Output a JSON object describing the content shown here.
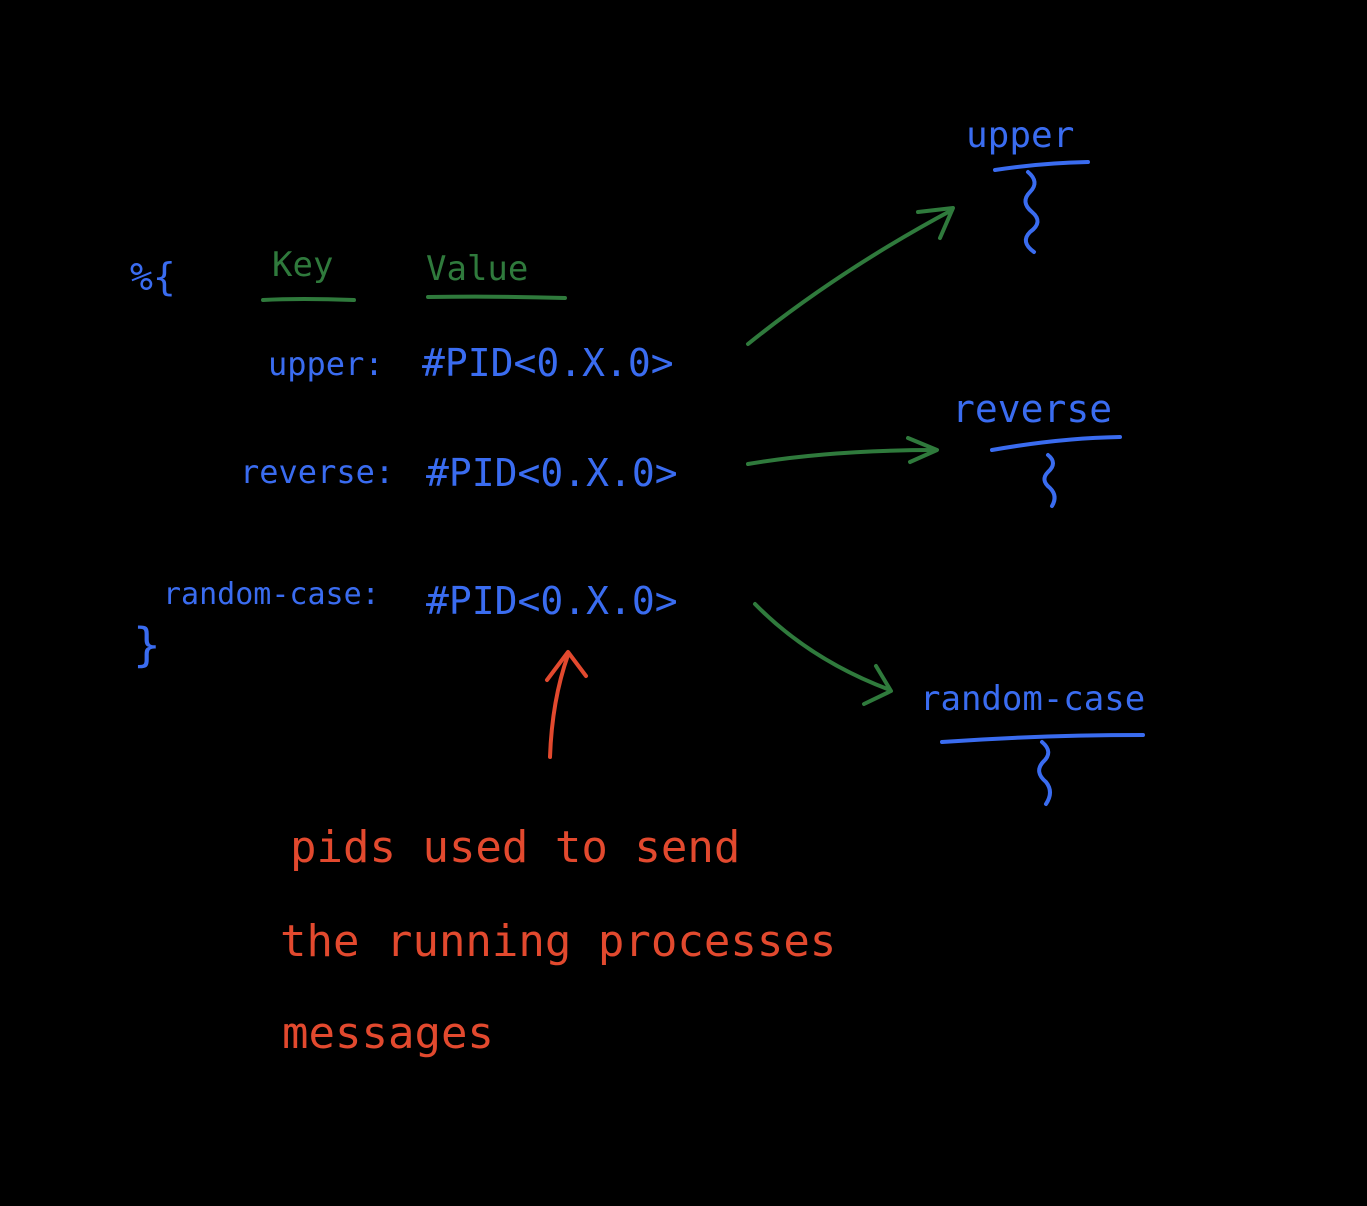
{
  "colors": {
    "background": "#000000",
    "map_text": "#3a6cf0",
    "header_text": "#2f7a3c",
    "arrows": "#2f7a3c",
    "annotation": "#e2492e"
  },
  "map": {
    "open": "%{",
    "close": "}",
    "header_key": "Key",
    "header_value": "Value",
    "entries": [
      {
        "key": "upper:",
        "value": "#PID<0.X.0>"
      },
      {
        "key": "reverse:",
        "value": "#PID<0.X.0>"
      },
      {
        "key": "random-case:",
        "value": "#PID<0.X.0>"
      }
    ]
  },
  "processes": [
    {
      "name": "upper"
    },
    {
      "name": "reverse"
    },
    {
      "name": "random-case"
    }
  ],
  "annotation": {
    "lines": [
      "pids used to send",
      "the running processes",
      "messages"
    ]
  }
}
